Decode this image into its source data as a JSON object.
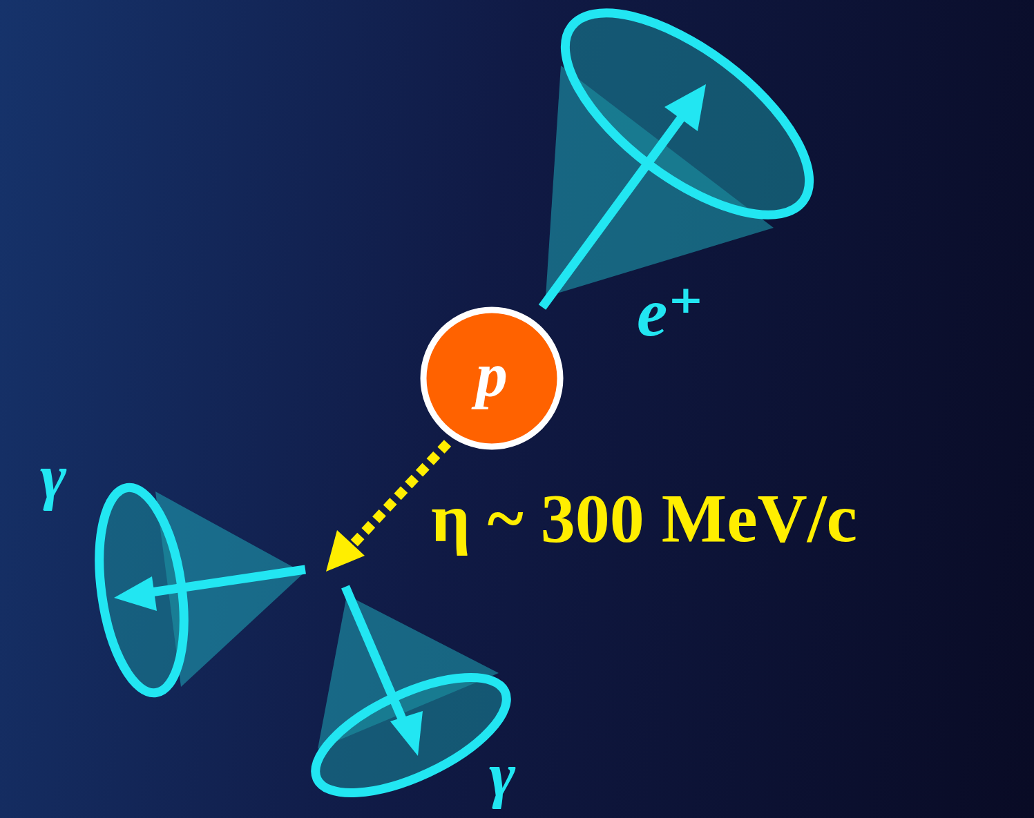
{
  "diagram": {
    "nodes": [
      {
        "text": [
          "p"
        ]
      }
    ],
    "labels": [
      "e⁺",
      "η ~ 300 MeV/c",
      "γ",
      "γ"
    ]
  }
}
